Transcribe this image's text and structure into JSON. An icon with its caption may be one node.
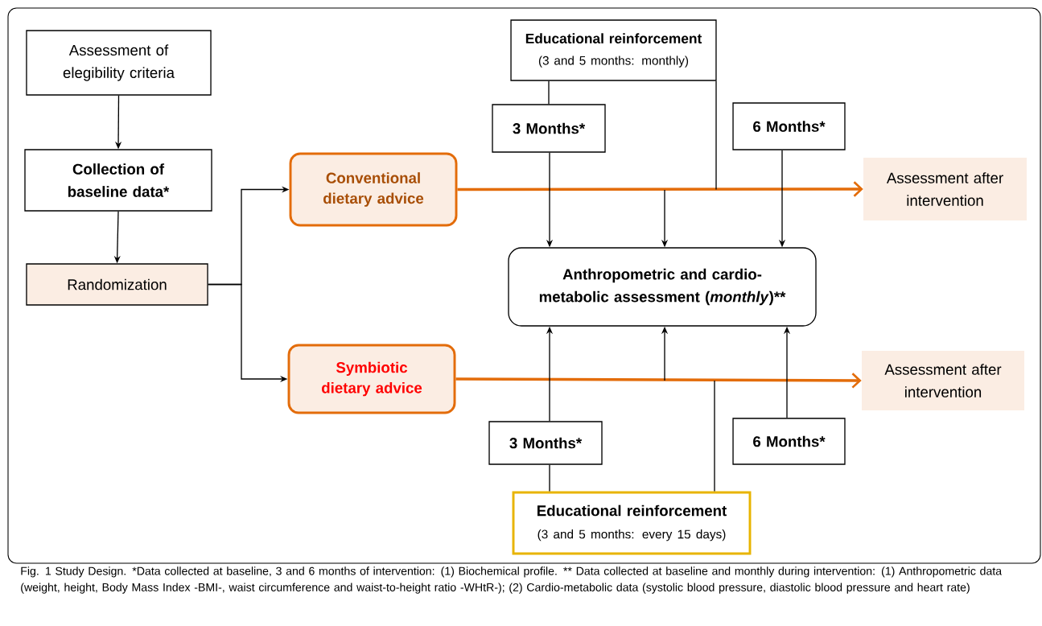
{
  "diagram": {
    "caption": "Fig. 1 Study Design. *Data collected at baseline, 3 and 6 months of intervention: (1) Biochemical profile. ** Data collected at baseline and monthly during intervention: (1) Anthropometric data (weight, height, Body Mass Index -BMI-, waist circumference and waist-to-height ratio -WHtR-); (2) Cardio-metabolic data (systolic blood pressure, diastolic blood pressure and heart rate)",
    "nodes": [
      {
        "text": [
          "Assessment of elegibility criteria"
        ]
      },
      {
        "text": [
          "Collection of baseline data*"
        ]
      },
      {
        "text": [
          "Randomization"
        ]
      },
      {
        "text": [
          "Educational reinforcement",
          "(3 and 5 months: monthly)"
        ]
      },
      {
        "text": [
          "3 Months*"
        ]
      },
      {
        "text": [
          "6 Months*"
        ]
      },
      {
        "text": [
          "Conventional dietary advice"
        ]
      },
      {
        "text": [
          "Assessment after intervention"
        ]
      },
      {
        "text": [
          "Anthropometric and cardio-metabolic assessment (*monthly*)**"
        ]
      },
      {
        "text": [
          "Symbiotic dietary advice"
        ]
      },
      {
        "text": [
          "Assessment after intervention"
        ]
      },
      {
        "text": [
          "3 Months*"
        ]
      },
      {
        "text": [
          "6 Months*"
        ]
      },
      {
        "text": [
          "Educational reinforcement",
          "(3 and 5 months: every 15 days)"
        ]
      }
    ],
    "edges": [
      {
        "from": 0,
        "to": 1,
        "arrow": "to"
      },
      {
        "from": 1,
        "to": 2,
        "arrow": "to"
      },
      {
        "from": 2,
        "to": 6,
        "arrow": "to"
      },
      {
        "from": 2,
        "to": 9,
        "arrow": "to"
      },
      {
        "from": 6,
        "to": 7,
        "arrow": "to",
        "style": "thick",
        "color": "#e36c0a"
      },
      {
        "from": 3,
        "to": 4,
        "arrow": "none"
      },
      {
        "from": 3,
        "to": null,
        "arrow": "none"
      },
      {
        "from": 4,
        "to": 8,
        "arrow": "to"
      },
      {
        "from": null,
        "to": 8,
        "arrow": "to"
      },
      {
        "from": 5,
        "to": 8,
        "arrow": "to"
      },
      {
        "from": 9,
        "to": 10,
        "arrow": "to",
        "style": "thick",
        "color": "#e36c0a"
      },
      {
        "from": 13,
        "to": 11,
        "arrow": "none"
      },
      {
        "from": 13,
        "to": null,
        "arrow": "none"
      },
      {
        "from": 11,
        "to": 8,
        "arrow": "to"
      },
      {
        "from": null,
        "to": 8,
        "arrow": "to"
      },
      {
        "from": 12,
        "to": 8,
        "arrow": "to"
      }
    ]
  }
}
